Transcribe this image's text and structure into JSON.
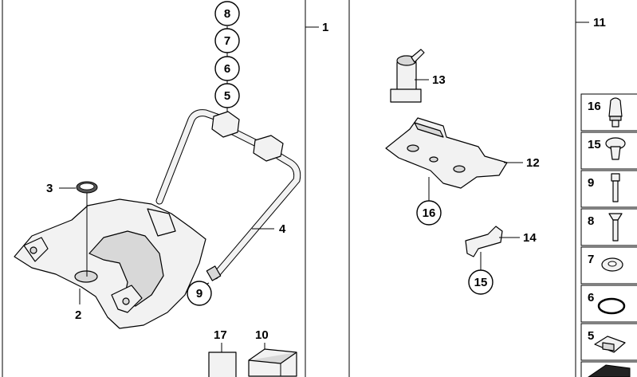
{
  "assemblies": {
    "left": {
      "label": "1"
    },
    "right": {
      "label": "11"
    }
  },
  "callouts": {
    "c8": "8",
    "c7": "7",
    "c6": "6",
    "c5": "5",
    "c9": "9",
    "c16": "16",
    "c15": "15"
  },
  "labels": {
    "l3": "3",
    "l2": "2",
    "l4": "4",
    "l17": "17",
    "l10": "10",
    "l13": "13",
    "l12": "12",
    "l14": "14"
  },
  "parts_list": [
    {
      "label": "16",
      "icon": "plug-icon"
    },
    {
      "label": "15",
      "icon": "knob-icon"
    },
    {
      "label": "9",
      "icon": "bolt-icon"
    },
    {
      "label": "8",
      "icon": "countersunk-screw-icon"
    },
    {
      "label": "7",
      "icon": "washer-icon"
    },
    {
      "label": "6",
      "icon": "o-ring-icon"
    },
    {
      "label": "5",
      "icon": "clip-icon"
    },
    {
      "label": "",
      "icon": "pad-icon"
    }
  ]
}
